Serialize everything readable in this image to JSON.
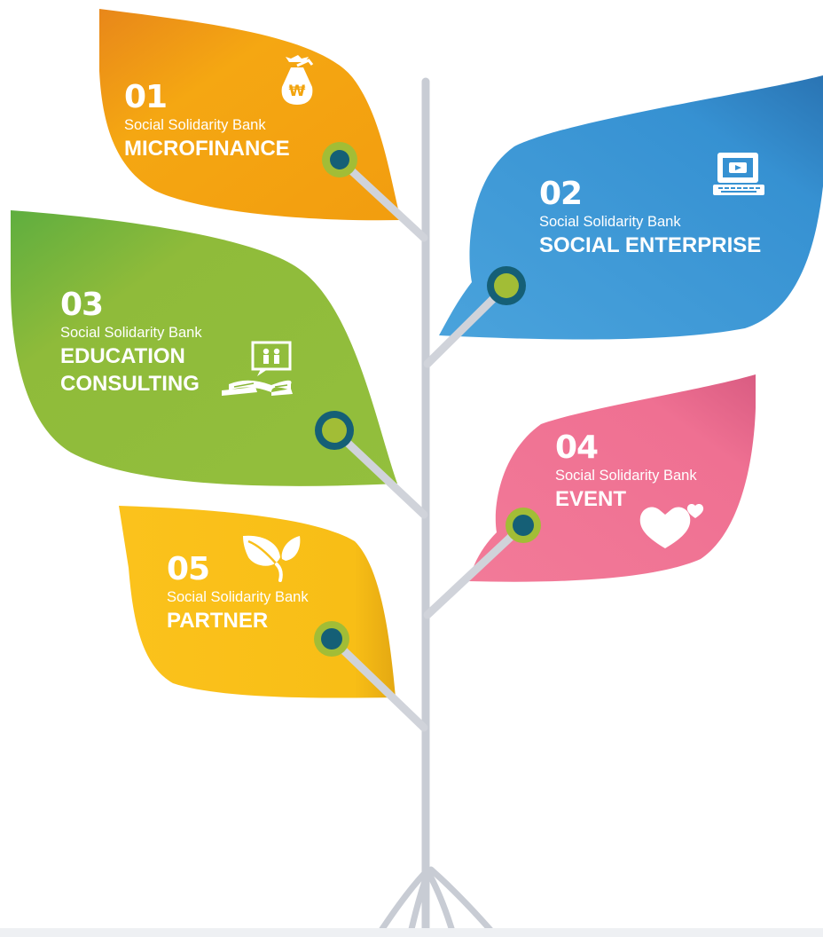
{
  "colors": {
    "trunk": "#c8ccd4",
    "branch": "#d0d3da",
    "node_dark": "#155f76",
    "node_light": "#a2bd36",
    "microfinance": "#f2a40e",
    "social_enterprise": "#2f8fd0",
    "education": "#89b637",
    "event": "#ef6f93",
    "partner": "#f9bf1a"
  },
  "leaves": [
    {
      "number": "01",
      "subtitle": "Social Solidarity Bank",
      "title_lines": [
        "MICROFINANCE"
      ],
      "icon": "money-bag-icon"
    },
    {
      "number": "02",
      "subtitle": "Social Solidarity Bank",
      "title_lines": [
        "SOCIAL ENTERPRISE"
      ],
      "icon": "laptop-icon"
    },
    {
      "number": "03",
      "subtitle": "Social Solidarity Bank",
      "title_lines": [
        "EDUCATION",
        "CONSULTING"
      ],
      "icon": "book-presentation-icon"
    },
    {
      "number": "04",
      "subtitle": "Social Solidarity Bank",
      "title_lines": [
        "EVENT"
      ],
      "icon": "hearts-icon"
    },
    {
      "number": "05",
      "subtitle": "Social Solidarity Bank",
      "title_lines": [
        "PARTNER"
      ],
      "icon": "leaf-icon"
    }
  ]
}
